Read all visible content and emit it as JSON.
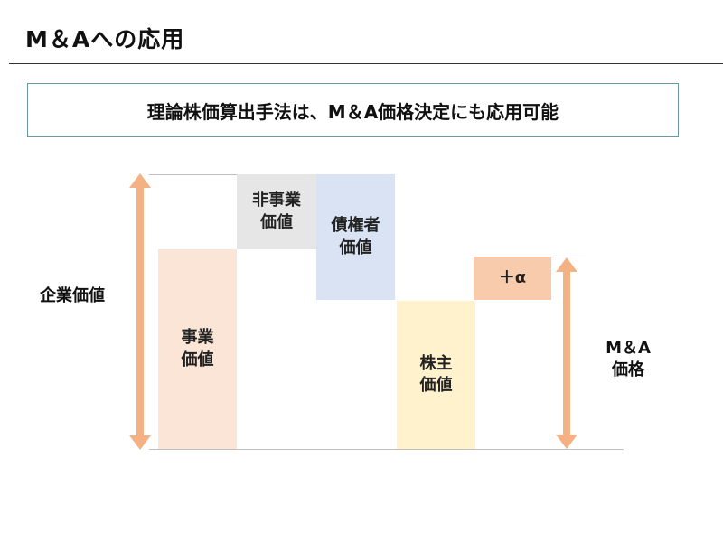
{
  "title": "M＆Aへの応用",
  "message": "理論株価算出手法は、M＆A価格決定にも応用可能",
  "diagram": {
    "enterprise_value_label": "企業価値",
    "ma_price_label_line1": "M＆A",
    "ma_price_label_line2": "価格",
    "blocks": [
      {
        "line1": "事業",
        "line2": "価値",
        "color": "#fbe5d6"
      },
      {
        "line1": "非事業",
        "line2": "価値",
        "color": "#e7e6e6"
      },
      {
        "line1": "債権者",
        "line2": "価値",
        "color": "#dae3f3"
      },
      {
        "line1": "株主",
        "line2": "価値",
        "color": "#fff2cc"
      },
      {
        "line1": "＋α",
        "color": "#f8cbad"
      }
    ],
    "arrow_color": "#f4b183"
  }
}
